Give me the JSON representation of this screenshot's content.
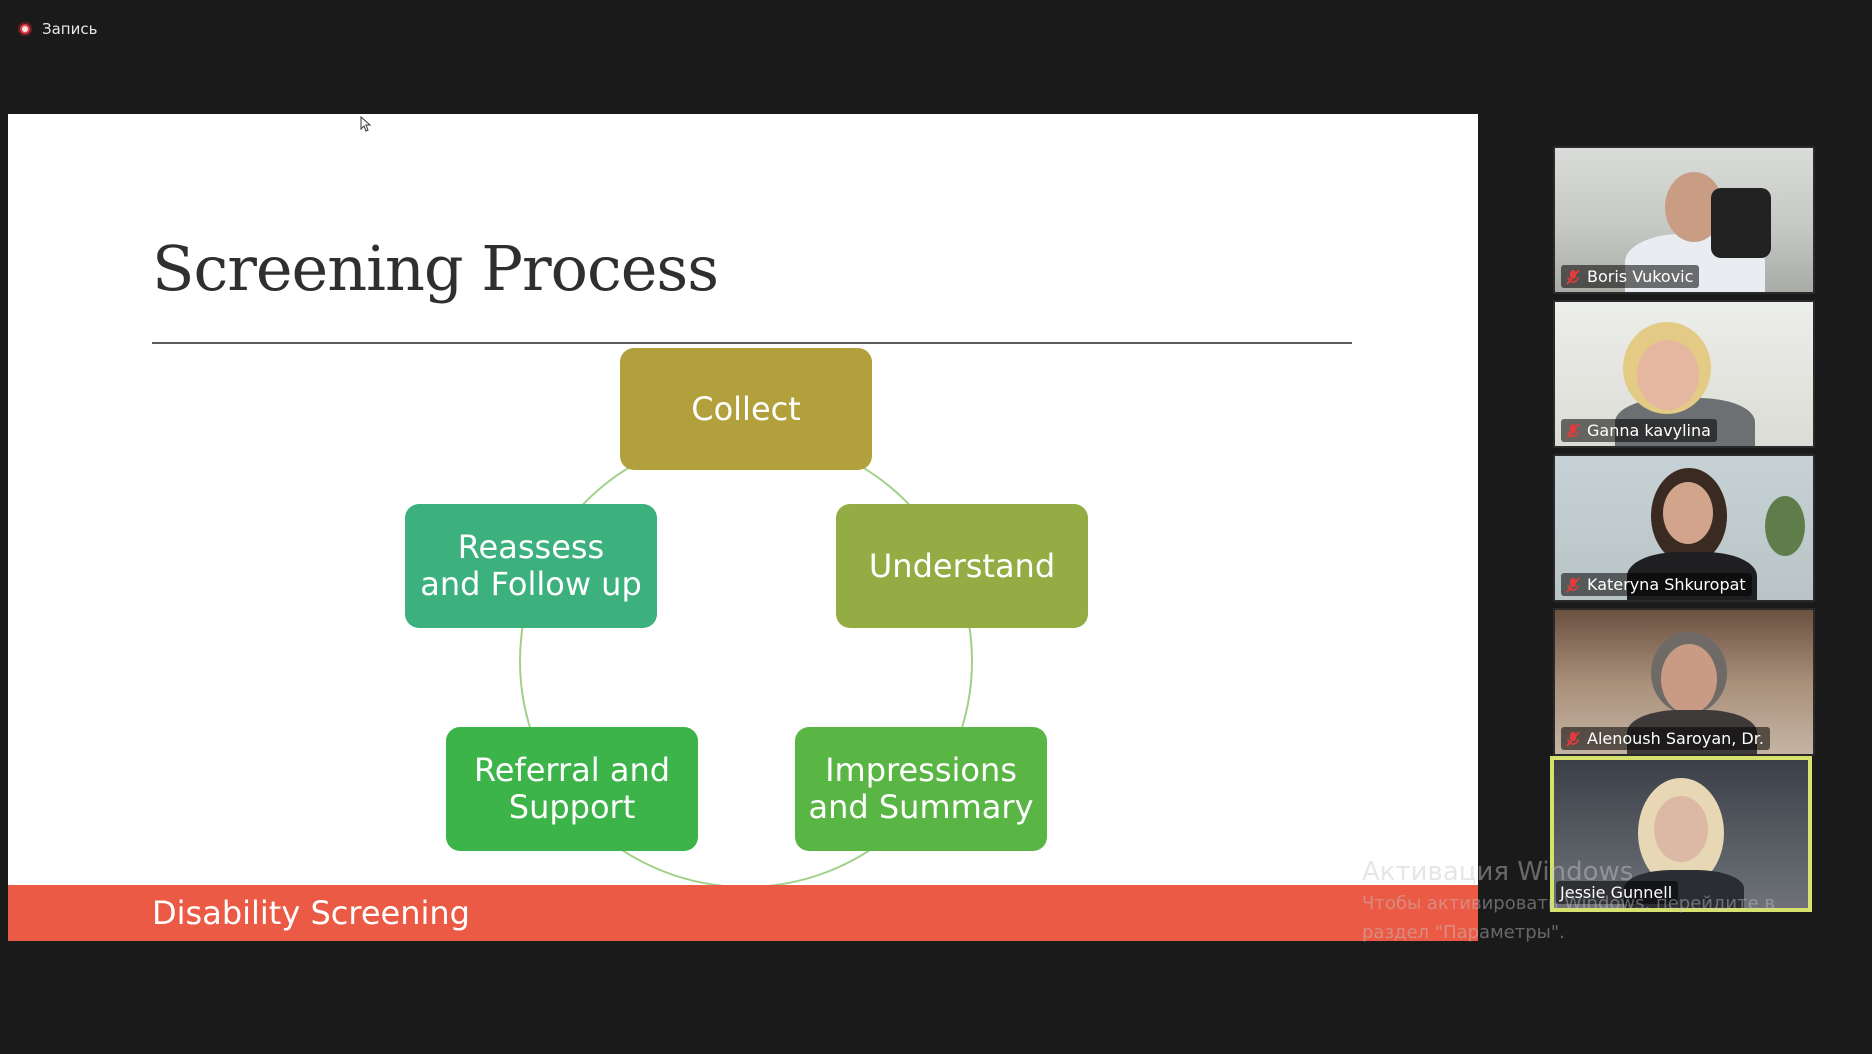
{
  "recording": {
    "label": "Запись"
  },
  "slide": {
    "title": "Screening Process",
    "footer": "Disability Screening",
    "cycle": [
      {
        "label": "Collect",
        "color": "#b2a03c"
      },
      {
        "label": "Understand",
        "color": "#93ac44"
      },
      {
        "label": "Impressions\nand Summary",
        "color": "#5ab644"
      },
      {
        "label": "Referral and\nSupport",
        "color": "#3cb449"
      },
      {
        "label": "Reassess\nand Follow up",
        "color": "#3cb17e"
      }
    ],
    "footer_color": "#ea5a45"
  },
  "participants": [
    {
      "name": "Boris Vukovic",
      "muted": true
    },
    {
      "name": "Ganna kavylina",
      "muted": true
    },
    {
      "name": "Kateryna Shkuropat",
      "muted": true
    },
    {
      "name": "Alenoush Saroyan, Dr.",
      "muted": true
    },
    {
      "name": "Jessie Gunnell",
      "muted": false,
      "speaking": true
    }
  ],
  "watermark": {
    "title": "Активация Windows",
    "line1": "Чтобы активировать Windows, перейдите в",
    "line2": "раздел \"Параметры\"."
  }
}
